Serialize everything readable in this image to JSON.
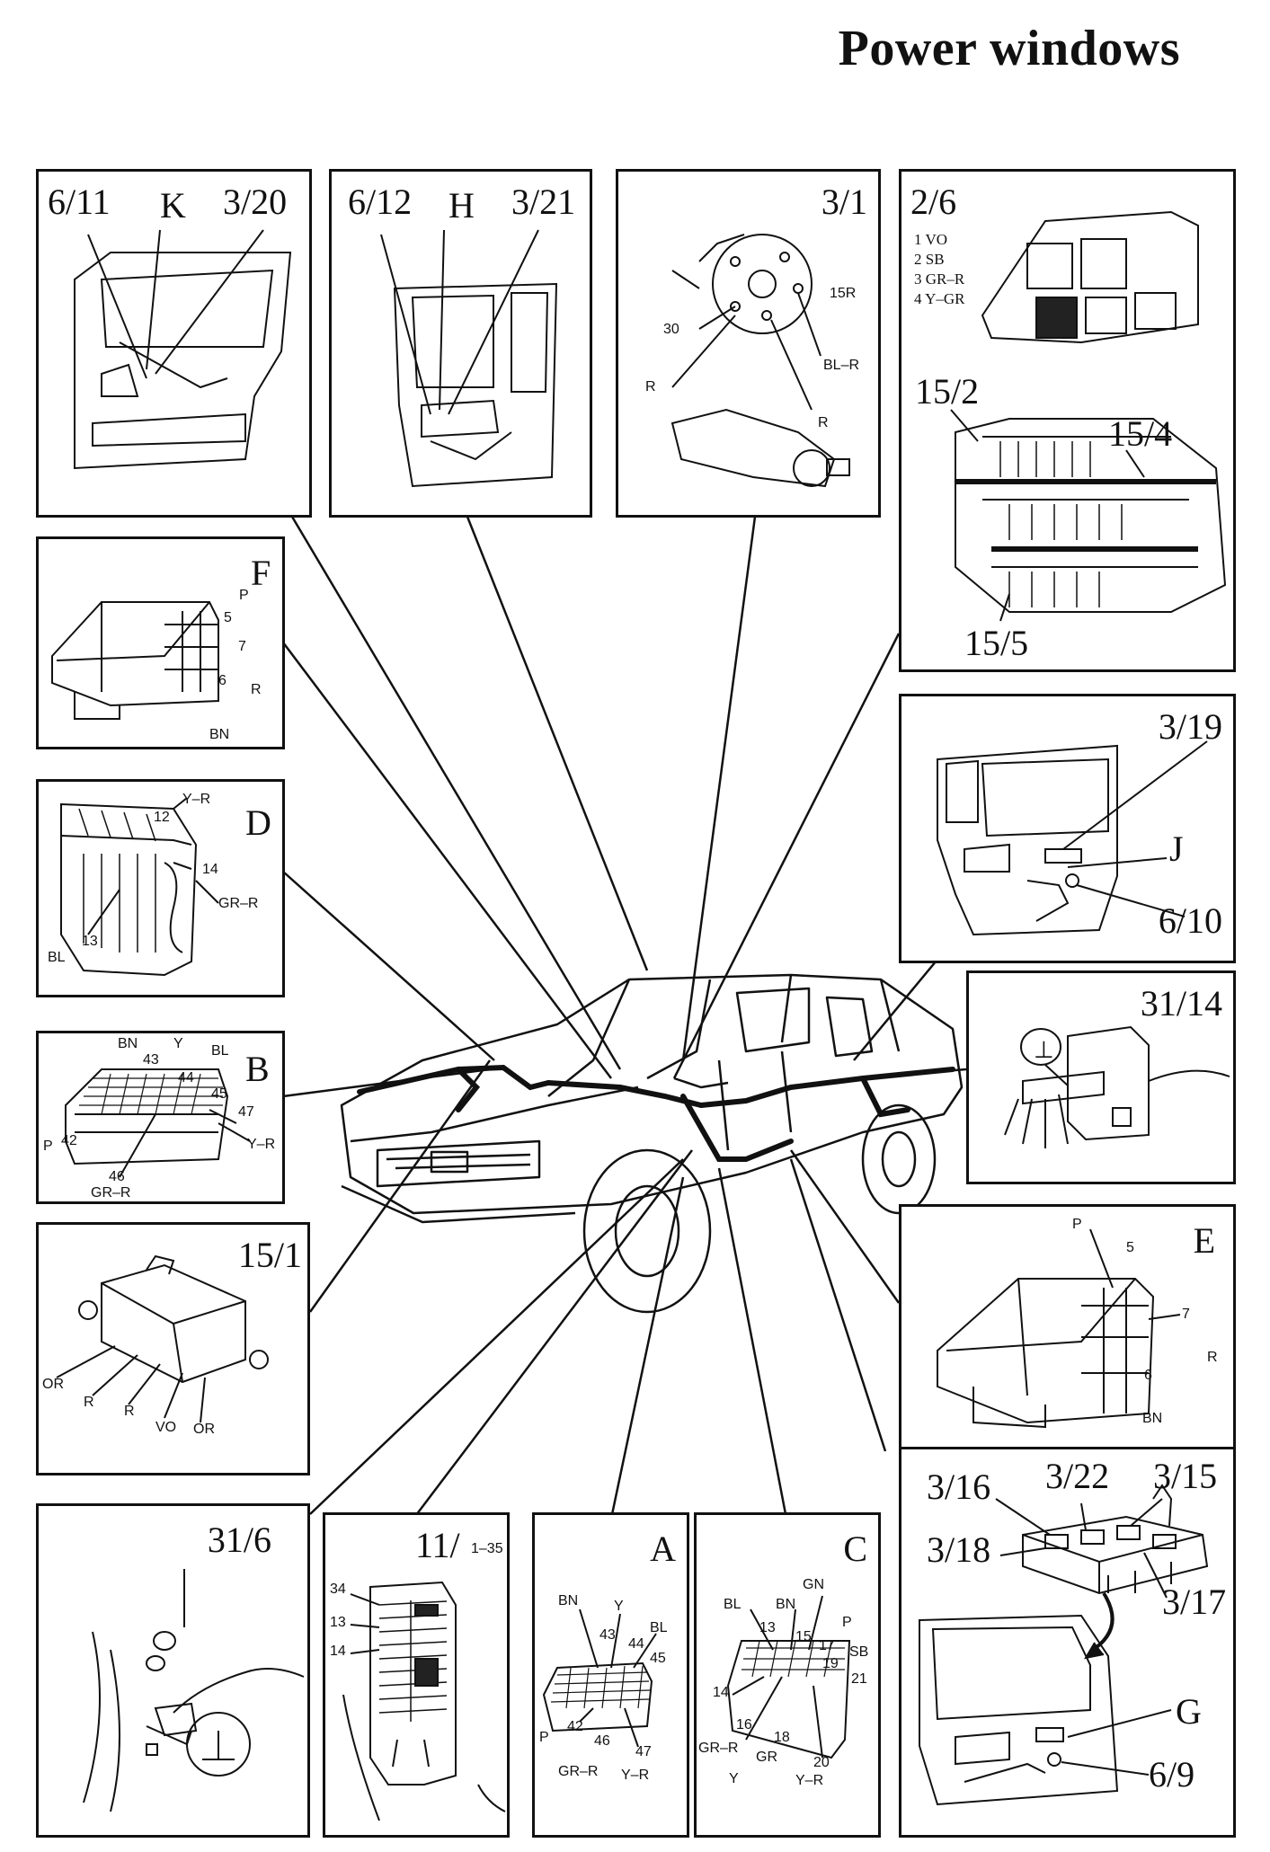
{
  "title": "Power windows",
  "panels": {
    "p_door_front": {
      "labels": [
        "6/11",
        "K",
        "3/20"
      ]
    },
    "p_door_rear": {
      "labels": [
        "6/12",
        "H",
        "3/21"
      ]
    },
    "p_ignition": {
      "id": "3/1",
      "wires": [
        "30",
        "15R",
        "R",
        "BL–R",
        "R"
      ]
    },
    "p_relay": {
      "id": "2/6",
      "list": [
        "1 VO",
        "2 SB",
        "3 GR–R",
        "4 Y–GR"
      ],
      "fuses": [
        "15/2",
        "15/4",
        "15/5"
      ]
    },
    "p_F": {
      "letter": "F",
      "wires": [
        "P",
        "5",
        "7",
        "R",
        "6",
        "BN"
      ]
    },
    "p_door_rear_r": {
      "labels": [
        "3/19",
        "J",
        "6/10"
      ]
    },
    "p_D": {
      "letter": "D",
      "wires": [
        "Y–R",
        "12",
        "14",
        "GR–R",
        "13",
        "BL"
      ]
    },
    "p_ground1": {
      "id": "31/14",
      "symbol": "⊥"
    },
    "p_B": {
      "letter": "B",
      "wires": [
        "BN",
        "43",
        "Y",
        "BL",
        "44",
        "45",
        "47",
        "Y–R",
        "42",
        "P",
        "46",
        "GR–R"
      ]
    },
    "p_E": {
      "letter": "E",
      "wires": [
        "P",
        "5",
        "7",
        "R",
        "6",
        "BN"
      ]
    },
    "p_module": {
      "id": "15/1",
      "wires": [
        "OR",
        "R",
        "R",
        "VO",
        "OR"
      ]
    },
    "p_ground2": {
      "id": "31/6"
    },
    "p_fusebox": {
      "id": "11/",
      "range": "1–35",
      "wires": [
        "34",
        "13",
        "14"
      ]
    },
    "p_A": {
      "letter": "A",
      "wires": [
        "BN",
        "Y",
        "BL",
        "43",
        "44",
        "45",
        "42",
        "46",
        "47",
        "P",
        "GR–R",
        "Y–R"
      ]
    },
    "p_C": {
      "letter": "C",
      "wires": [
        "GN",
        "BL",
        "BN",
        "13",
        "15",
        "17",
        "P",
        "19",
        "SB",
        "21",
        "14",
        "16",
        "18",
        "20",
        "GR–R",
        "GR",
        "Y",
        "Y–R"
      ]
    },
    "p_switch": {
      "labels": [
        "3/16",
        "3/22",
        "3/15",
        "3/18",
        "3/17",
        "G",
        "6/9"
      ]
    }
  }
}
